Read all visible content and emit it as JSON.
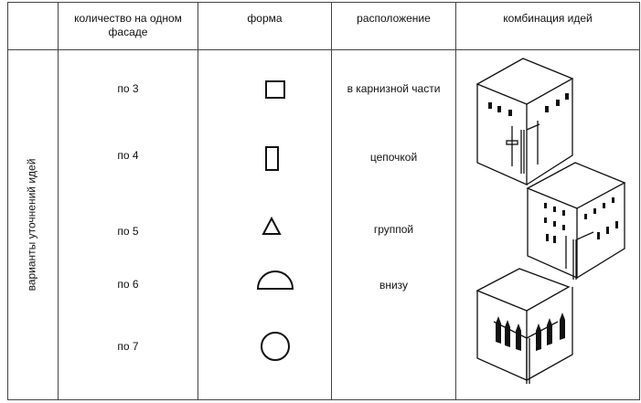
{
  "table": {
    "headers": {
      "count": "количество на одном фасаде",
      "shape": "форма",
      "placement": "расположение",
      "combination": "комбинация идей"
    },
    "side_label": "варианты уточнений идей",
    "counts": [
      "по 3",
      "по 4",
      "по 5",
      "по 6",
      "по 7"
    ],
    "shapes": [
      "square-icon",
      "tall-rectangle-icon",
      "triangle-icon",
      "semicircle-icon",
      "circle-icon"
    ],
    "placements": [
      "в карнизной части",
      "цепочкой",
      "группой",
      "внизу"
    ],
    "combinations": [
      "house-cube-top-windows",
      "house-cube-chain-windows",
      "house-cube-group-windows"
    ]
  }
}
